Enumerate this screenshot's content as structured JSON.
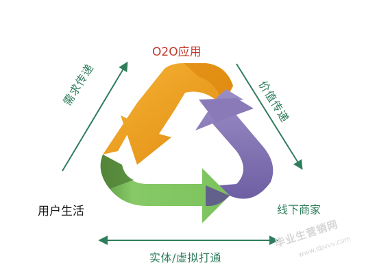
{
  "nodes": {
    "top": "O2O应用",
    "left": "用户生活",
    "right": "线下商家"
  },
  "edges": {
    "left": "需求传递",
    "right": "价值传递",
    "bottom": "实体/虚拟打通"
  },
  "watermark": {
    "text": "毕业生营销网",
    "sub": "www.sbvvv.com"
  },
  "colors": {
    "orange": "#f2a21e",
    "purple": "#8a7bb8",
    "green": "#7cc35d",
    "connector": "#2e7d5b",
    "top_label": "#c0392b"
  }
}
